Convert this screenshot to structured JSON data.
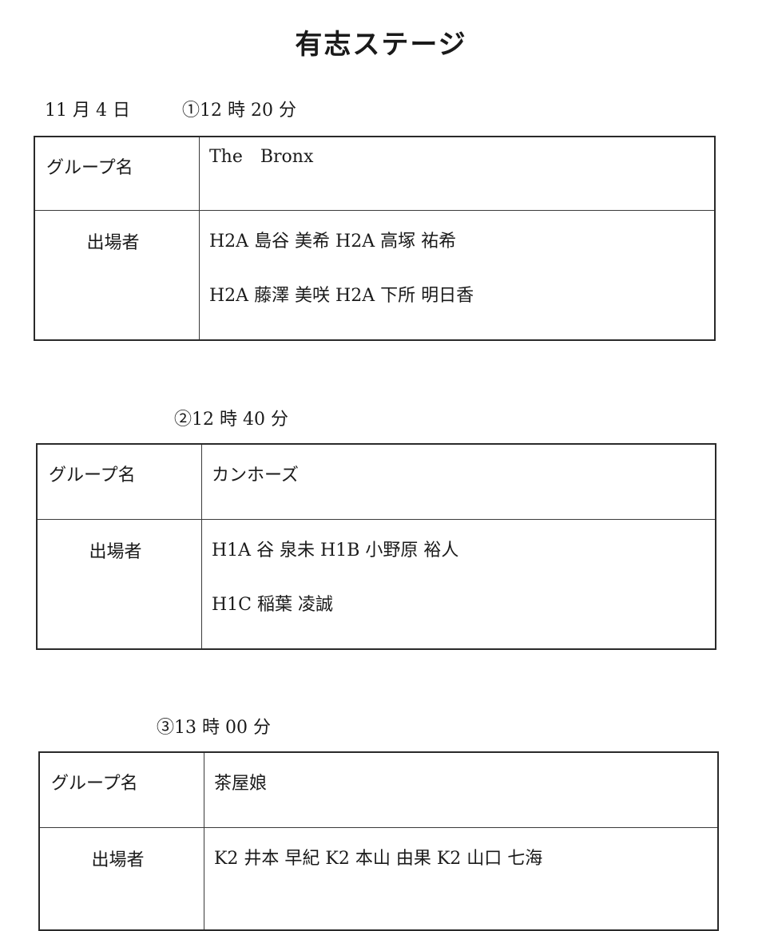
{
  "title": "有志ステージ",
  "date": "11 月 4 日",
  "labels": {
    "group": "グループ名",
    "performers": "出場者"
  },
  "slots": [
    {
      "time": "①12 時 20 分",
      "group": "The　Bronx",
      "performers": [
        "H2A 島谷 美希 H2A 高塚 祐希",
        "H2A 藤澤 美咲 H2A 下所 明日香"
      ]
    },
    {
      "time": "②12 時 40 分",
      "group": "カンホーズ",
      "performers": [
        "H1A 谷 泉未 H1B 小野原 裕人",
        "H1C 稲葉 凌誠"
      ]
    },
    {
      "time": "③13 時 00 分",
      "group": "茶屋娘",
      "performers": [
        "K2 井本 早紀 K2 本山 由果 K2 山口 七海"
      ]
    }
  ]
}
